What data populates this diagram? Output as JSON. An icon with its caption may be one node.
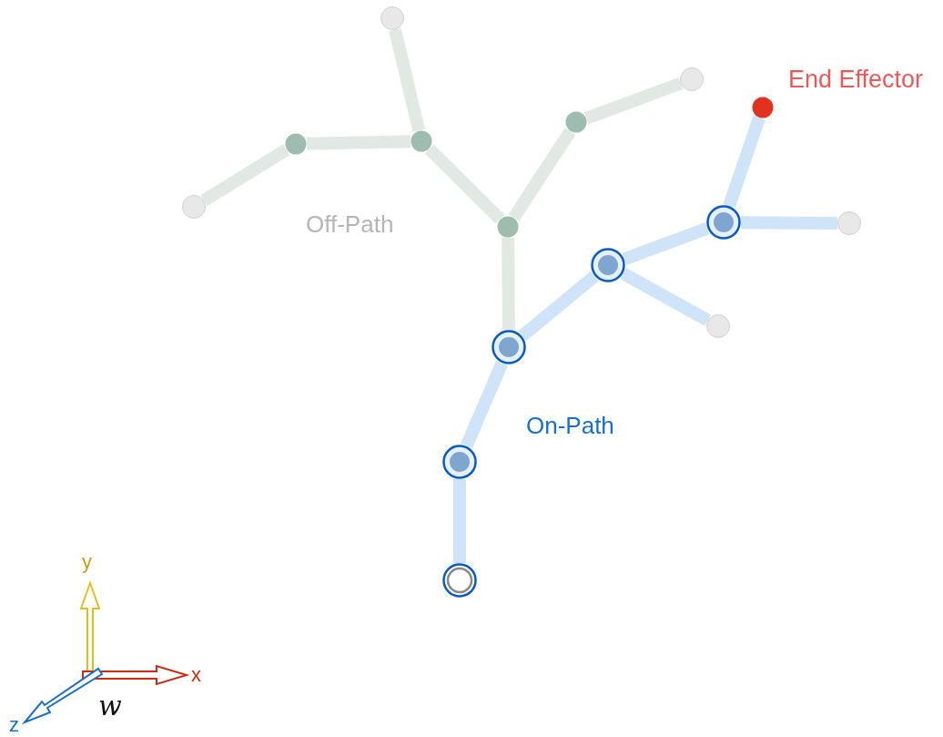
{
  "diagram": {
    "nodes": [
      {
        "text": [],
        "shape": "circle"
      },
      {
        "text": [],
        "shape": "circle"
      },
      {
        "text": [],
        "shape": "circle"
      },
      {
        "text": [],
        "shape": "circle"
      },
      {
        "text": [],
        "shape": "circle"
      },
      {
        "text": [],
        "shape": "circle",
        "beside": [
          "End Effector"
        ]
      },
      {
        "text": [],
        "shape": "circle"
      },
      {
        "text": [],
        "shape": "circle"
      },
      {
        "text": [],
        "shape": "circle"
      },
      {
        "text": [],
        "shape": "circle"
      },
      {
        "text": [],
        "shape": "circle"
      },
      {
        "text": [],
        "shape": "circle"
      },
      {
        "text": [],
        "shape": "circle"
      },
      {
        "text": [],
        "shape": "circle"
      },
      {
        "text": [],
        "shape": "circle"
      }
    ],
    "edges": [
      {
        "from": 0,
        "to": 1,
        "arrow": "none",
        "color": "#cfe4f8"
      },
      {
        "from": 1,
        "to": 2,
        "arrow": "none",
        "color": "#cfe4f8"
      },
      {
        "from": 2,
        "to": 3,
        "arrow": "none",
        "color": "#cfe4f8"
      },
      {
        "from": 3,
        "to": 4,
        "arrow": "none",
        "color": "#cfe4f8"
      },
      {
        "from": 4,
        "to": 5,
        "arrow": "none",
        "color": "#cfe4f8"
      },
      {
        "from": 4,
        "to": 6,
        "arrow": "none",
        "color": "#cfe4f8"
      },
      {
        "from": 3,
        "to": 7,
        "arrow": "none",
        "color": "#cfe4f8"
      },
      {
        "from": 2,
        "to": 8,
        "arrow": "none",
        "color": "#e2e9e5"
      },
      {
        "from": 8,
        "to": 9,
        "arrow": "none",
        "color": "#e2e9e5"
      },
      {
        "from": 9,
        "to": 10,
        "arrow": "none",
        "color": "#e2e9e5"
      },
      {
        "from": 10,
        "to": 11,
        "arrow": "none",
        "color": "#e2e9e5"
      },
      {
        "from": 9,
        "to": 12,
        "arrow": "none",
        "color": "#e2e9e5"
      },
      {
        "from": 8,
        "to": 13,
        "arrow": "none",
        "color": "#e2e9e5"
      },
      {
        "from": 13,
        "to": 14,
        "arrow": "none",
        "color": "#e2e9e5"
      }
    ],
    "labels": [
      "Off-Path",
      "On-Path",
      "y",
      "x",
      "z",
      "w"
    ]
  }
}
